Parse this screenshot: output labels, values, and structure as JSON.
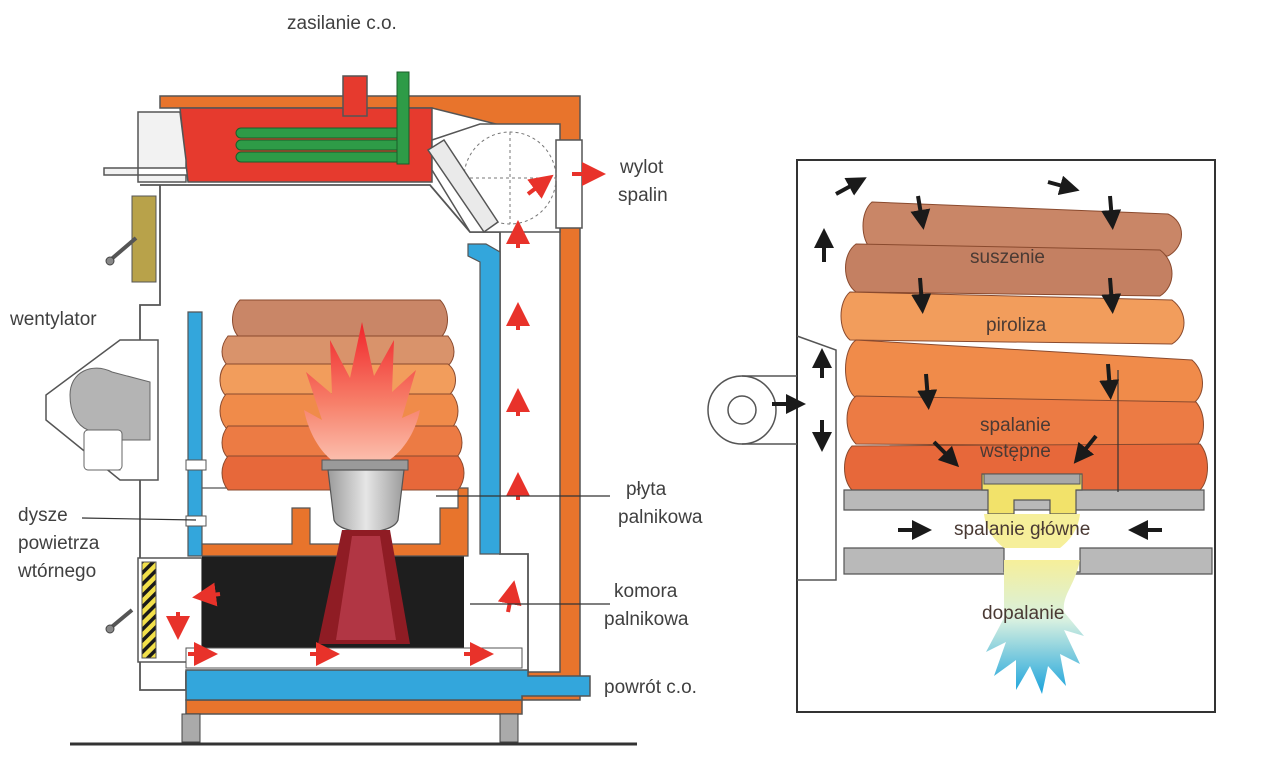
{
  "boiler": {
    "labels": {
      "supply": "zasilanie c.o.",
      "flue_line1": "wylot",
      "flue_line2": "spalin",
      "fan": "wentylator",
      "nozzles_line1": "dysze",
      "nozzles_line2": "powietrza",
      "nozzles_line3": "wtórnego",
      "plate_line1": "płyta",
      "plate_line2": "palnikowa",
      "chamber_line1": "komora",
      "chamber_line2": "palnikowa",
      "return": "powrót c.o."
    }
  },
  "zones": {
    "labels": {
      "drying": "suszenie",
      "pyrolysis": "piroliza",
      "pre_combustion_line1": "spalanie",
      "pre_combustion_line2": "wstępne",
      "main_combustion": "spalanie główne",
      "afterburning": "dopalanie"
    }
  },
  "colors": {
    "orange_jacket": "#e8742c",
    "red_exchanger": "#e63a2e",
    "green_pipe": "#2e9b47",
    "blue_water": "#33a6dc",
    "black_chamber": "#1e1e1e",
    "wood_brown": "#c98667",
    "wood_light": "#f29d5c",
    "wood_mid": "#f08b4a",
    "wood_dark": "#e7683a",
    "grey_plate": "#b9b9b9",
    "yellow_burner": "#f2e26a",
    "red_arrow": "#e8322a"
  }
}
